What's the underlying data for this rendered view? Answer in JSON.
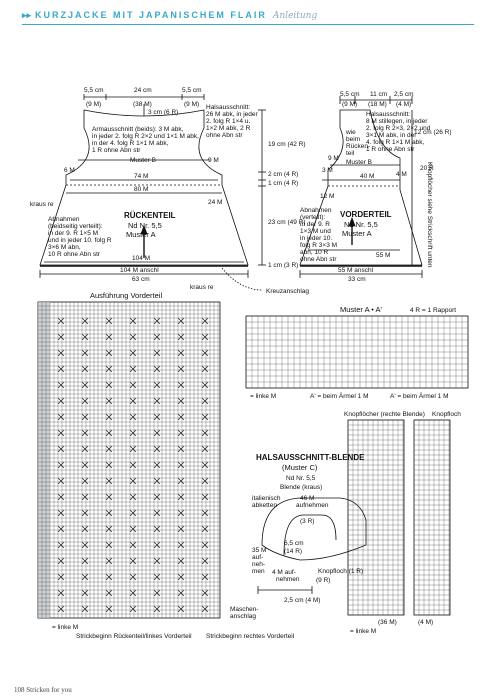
{
  "header": {
    "arrow": "▸▸",
    "title": "KURZJACKE MIT JAPANISCHEM FLAIR",
    "subtitle": "Anleitung"
  },
  "back": {
    "top_left": "5,5 cm",
    "top_left_m": "(9 M)",
    "top_mid": "24 cm",
    "top_mid_m": "(38 M)",
    "top_right": "5,5 cm",
    "top_right_m": "(9 M)",
    "neck": "3 cm (6 R)",
    "neck_note": [
      "Halsausschnitt:",
      "26 M abk, in jeder",
      "2. folg R 1×4 u.",
      "1×2 M abk, 2 R",
      "ohne Abn str"
    ],
    "arm_note": [
      "Armausschnitt (beids): 3 M abk,",
      "in jeder 2. folg R 2×2 und 1×1 M abk,",
      "in der 4. folg R 1×1 M abk,",
      "1 R ohne Abn str"
    ],
    "muster_b": "Muster B",
    "m9": "9 M",
    "m6": "6 M",
    "m74": "74 M",
    "m80": "80 M",
    "m24": "24 M",
    "m104": "104 M",
    "kraus": "kraus re",
    "title": "RÜCKENTEIL",
    "nadel": "Nd Nr. 5,5",
    "muster": "Muster A",
    "abn_note": [
      "Abnahmen",
      "(beidseitig verteilt):",
      "in der 9. R 1×5 M",
      "und in jeder 10. folg R",
      "3×6 M abn,",
      "10 R ohne Abn str"
    ],
    "bottom": "104 M anschl",
    "bottom_cm": "63 cm",
    "kraus_bottom": "kraus re"
  },
  "heights": {
    "h1": "19 cm (42 R)",
    "h2": "2 cm (4 R)",
    "h3": "1 cm (4 R)",
    "h4": "23 cm (49 R)",
    "h5": "1 cm (3 R)",
    "kreuz": "Kreuzanschlag"
  },
  "front": {
    "t1": "5,5 cm",
    "t1m": "(9 M)",
    "t2": "11 cm",
    "t2m": "(18 M)",
    "t3": "2,5 cm",
    "t3m": "(4 M)",
    "neck_note": [
      "Halsausschnitt:",
      "8 M stillegen, in jeder",
      "2. folg R 2×3, 2×2 und",
      "3×1 M abk, in der",
      "4. folg R 1×1 M abk,",
      "1 R ohne Abn str"
    ],
    "wie": [
      "wie",
      "beim",
      "Rücken-",
      "teil"
    ],
    "h12": "12 cm (26 R)",
    "r20": "20 R",
    "m9": "9 M",
    "m3": "3 M",
    "m40": "40 M",
    "m4": "4 M",
    "m12": "12 M",
    "muster_b": "Muster B",
    "abn_note": [
      "Abnahmen",
      "(verteilt):",
      "in der 9. R",
      "1×3 M und",
      "in jeder 10.",
      "folg R 3×3 M",
      "abn, 10 R",
      "ohne Abn str"
    ],
    "title": "VORDERTEIL",
    "nadel": "Nd Nr. 5,5",
    "muster": "Muster A",
    "m55": "55 M",
    "bottom": "55 M anschl",
    "bottom_cm": "33 cm",
    "side": "Knopflöcher siehe Strickschrift unten"
  },
  "charts": {
    "main_title": "Ausführung Vorderteil",
    "muster_title": "Muster A • A'",
    "rapport": "4 R = 1 Rapport",
    "a1": "A' = beim Ärmel 1 M",
    "a2": "A' = beim Ärmel 1 M",
    "legend1": "= linke M",
    "legend2": "= linke M",
    "knopf_title": "Knopflöcher (rechte Blende)",
    "knopfloch": "Knopfloch",
    "blende_title": "HALSAUSSCHNITT-BLENDE",
    "blende_sub": "(Muster C)",
    "blende_nd": "Nd Nr. 5,5",
    "blende_kraus": "Blende (kraus)",
    "ital": [
      "italienisch",
      "abketten"
    ],
    "m46": "46 M",
    "aufnehmen": "aufnehmen",
    "r3": "(3 R)",
    "cm65": "6,5 cm",
    "r14": "(14 R)",
    "m35": [
      "35 M",
      "auf-",
      "neh-",
      "men"
    ],
    "m4a": [
      "4 M auf-",
      "nehmen"
    ],
    "knopf1": "Knopfloch (1 R)",
    "r9": "(9 R)",
    "cm25": "2,5 cm (4 M)",
    "maschen": [
      "Maschen-",
      "anschlag"
    ],
    "m36": "(36 M)",
    "m4b": "(4 M)",
    "beginn1": "Strickbeginn Rückenteil/linkes Vorderteil",
    "beginn2": "Strickbeginn rechtes Vorderteil"
  },
  "footer": "108 Stricken for you"
}
